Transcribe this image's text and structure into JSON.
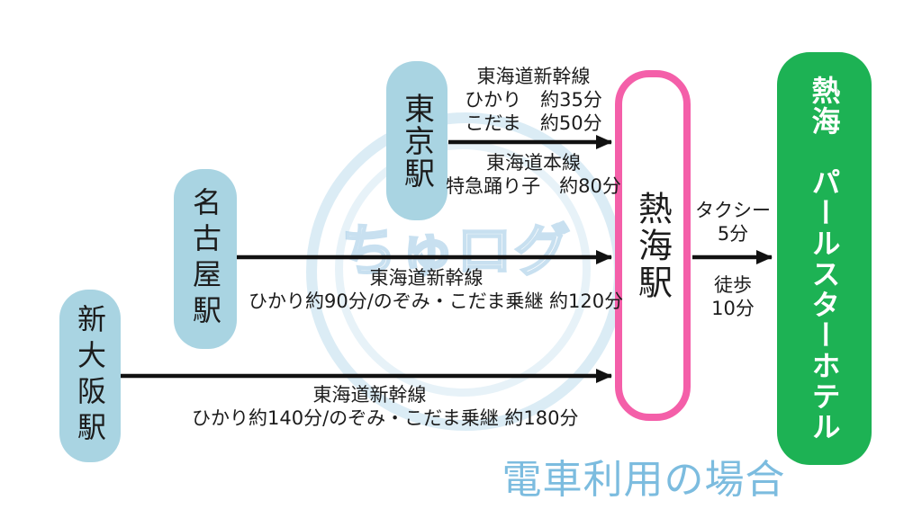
{
  "caption": "電車利用の場合",
  "watermark": {
    "text": "ちゅログ"
  },
  "stations": {
    "tokyo": {
      "label": "東京駅"
    },
    "nagoya": {
      "label": "名古屋駅"
    },
    "shin_osaka": {
      "label": "新大阪駅"
    },
    "atami": {
      "label": "熱海駅"
    },
    "hotel": {
      "label": "熱海　パールスターホテル"
    }
  },
  "routes": {
    "tokyo_shinkansen": {
      "lines": [
        "東海道新幹線",
        "ひかり　約35分",
        "こだま　約50分"
      ]
    },
    "tokyo_local": {
      "lines": [
        "東海道本線",
        "特急踊り子　約80分"
      ]
    },
    "nagoya": {
      "lines": [
        "東海道新幹線",
        "ひかり約90分/のぞみ・こだま乗継 約120分"
      ]
    },
    "shin_osaka": {
      "lines": [
        "東海道新幹線",
        "ひかり約140分/のぞみ・こだま乗継 約180分"
      ]
    },
    "taxi": {
      "lines": [
        "タクシー",
        "5分"
      ]
    },
    "walk": {
      "lines": [
        "徒歩",
        "10分"
      ]
    }
  },
  "colors": {
    "station_box": "#a9d4e2",
    "atami_border": "#f45fa9",
    "hotel_box": "#1db254",
    "hotel_text": "#ffffff",
    "caption_text": "#7cbcdf",
    "arrow": "#111111",
    "watermark": "#b0d4e9"
  }
}
